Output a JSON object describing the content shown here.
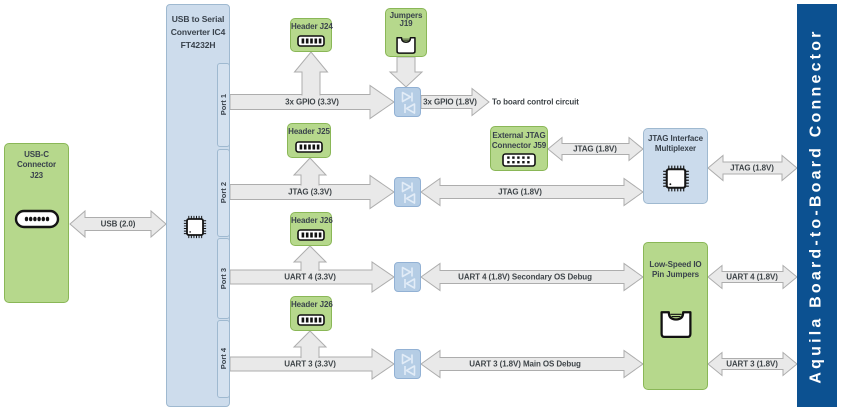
{
  "blocks": {
    "usbc_connector": {
      "line1": "USB-C",
      "line2": "Connector",
      "line3": "J23"
    },
    "usb_serial": {
      "line1": "USB to Serial",
      "line2": "Converter IC4",
      "line3": "FT4232H"
    },
    "ports": [
      "Port 1",
      "Port 2",
      "Port 3",
      "Port 4"
    ],
    "header_j24": {
      "label": "Header J24"
    },
    "jumpers_j19": {
      "line1": "Jumpers",
      "line2": "J19"
    },
    "header_j25": {
      "label": "Header J25"
    },
    "header_j26_uart4": {
      "label": "Header J26"
    },
    "header_j26_uart3": {
      "label": "Header J26"
    },
    "ext_jtag": {
      "line1": "External JTAG",
      "line2": "Connector J59"
    },
    "jtag_mux": {
      "line1": "JTAG Interface",
      "line2": "Multiplexer"
    },
    "low_speed_io": {
      "line1": "Low-Speed IO",
      "line2": "Pin Jumpers"
    },
    "aquila": {
      "label": "Aquila Board-to-Board Connector"
    }
  },
  "arrows": {
    "usb": "USB (2.0)",
    "gpio_33": "3x GPIO (3.3V)",
    "gpio_18": "3x GPIO (1.8V)",
    "board_control": "To board control circuit",
    "jtag_33": "JTAG (3.3V)",
    "jtag_18_ls": "JTAG (1.8V)",
    "jtag_18_ext": "JTAG (1.8V)",
    "jtag_18_bb": "JTAG (1.8V)",
    "uart4_33": "UART 4 (3.3V)",
    "uart4_18": "UART 4 (1.8V) Secondary OS Debug",
    "uart4_18_bb": "UART 4 (1.8V)",
    "uart3_33": "UART 3 (3.3V)",
    "uart3_18": "UART 3 (1.8V) Main OS Debug",
    "uart3_18_bb": "UART 3 (1.8V)"
  },
  "colors": {
    "green_fill": "#b6d88c",
    "green_border": "#8ab757",
    "blue_fill": "#cddcec",
    "blue_border": "#9fb9d0",
    "level_shifter_fill": "#b5cde5",
    "level_shifter_border": "#92b1d4",
    "arrow_fill": "#e9e9e9",
    "arrow_border": "#adadad",
    "aquila_bg": "#0c5191",
    "aquila_text": "#ffffff"
  }
}
